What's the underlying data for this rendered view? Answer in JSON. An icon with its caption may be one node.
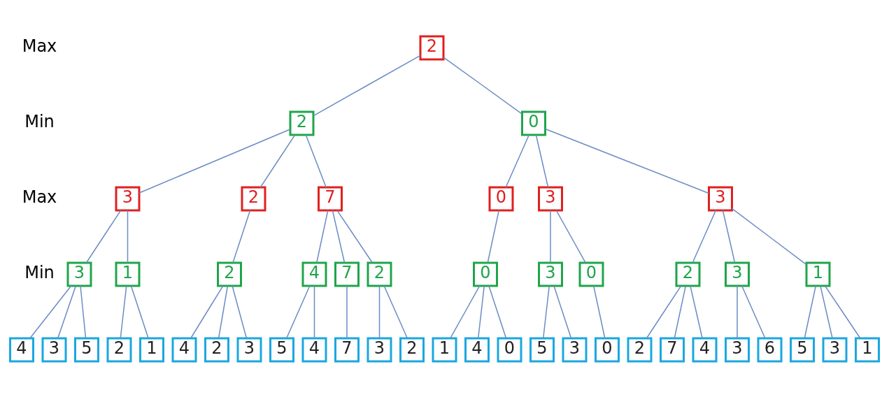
{
  "diagram": {
    "nodes": [
      {
        "text": [
          "2"
        ]
      },
      {
        "text": [
          "2"
        ]
      },
      {
        "text": [
          "0"
        ]
      },
      {
        "text": [
          "3"
        ]
      },
      {
        "text": [
          "2"
        ]
      },
      {
        "text": [
          "7"
        ]
      },
      {
        "text": [
          "0"
        ]
      },
      {
        "text": [
          "3"
        ]
      },
      {
        "text": [
          "3"
        ]
      },
      {
        "text": [
          "3"
        ]
      },
      {
        "text": [
          "1"
        ]
      },
      {
        "text": [
          "2"
        ]
      },
      {
        "text": [
          "4"
        ]
      },
      {
        "text": [
          "7"
        ]
      },
      {
        "text": [
          "2"
        ]
      },
      {
        "text": [
          "0"
        ]
      },
      {
        "text": [
          "3"
        ]
      },
      {
        "text": [
          "0"
        ]
      },
      {
        "text": [
          "2"
        ]
      },
      {
        "text": [
          "3"
        ]
      },
      {
        "text": [
          "1"
        ]
      },
      {
        "text": [
          "4"
        ]
      },
      {
        "text": [
          "3"
        ]
      },
      {
        "text": [
          "5"
        ]
      },
      {
        "text": [
          "2"
        ]
      },
      {
        "text": [
          "1"
        ]
      },
      {
        "text": [
          "4"
        ]
      },
      {
        "text": [
          "2"
        ]
      },
      {
        "text": [
          "3"
        ]
      },
      {
        "text": [
          "5"
        ]
      },
      {
        "text": [
          "4"
        ]
      },
      {
        "text": [
          "7"
        ]
      },
      {
        "text": [
          "3"
        ]
      },
      {
        "text": [
          "2"
        ]
      },
      {
        "text": [
          "1"
        ]
      },
      {
        "text": [
          "4"
        ]
      },
      {
        "text": [
          "0"
        ]
      },
      {
        "text": [
          "5"
        ]
      },
      {
        "text": [
          "3"
        ]
      },
      {
        "text": [
          "0"
        ]
      },
      {
        "text": [
          "2"
        ]
      },
      {
        "text": [
          "7"
        ]
      },
      {
        "text": [
          "4"
        ]
      },
      {
        "text": [
          "3"
        ]
      },
      {
        "text": [
          "6"
        ]
      },
      {
        "text": [
          "5"
        ]
      },
      {
        "text": [
          "3"
        ]
      },
      {
        "text": [
          "1"
        ]
      }
    ],
    "edges": [
      {
        "from": 0,
        "to": 1,
        "arrow": "none"
      },
      {
        "from": 0,
        "to": 2,
        "arrow": "none"
      },
      {
        "from": 1,
        "to": 3,
        "arrow": "none"
      },
      {
        "from": 1,
        "to": 4,
        "arrow": "none"
      },
      {
        "from": 1,
        "to": 5,
        "arrow": "none"
      },
      {
        "from": 2,
        "to": 6,
        "arrow": "none"
      },
      {
        "from": 2,
        "to": 7,
        "arrow": "none"
      },
      {
        "from": 2,
        "to": 8,
        "arrow": "none"
      },
      {
        "from": 3,
        "to": 9,
        "arrow": "none"
      },
      {
        "from": 3,
        "to": 10,
        "arrow": "none"
      },
      {
        "from": 4,
        "to": 11,
        "arrow": "none"
      },
      {
        "from": 5,
        "to": 12,
        "arrow": "none"
      },
      {
        "from": 5,
        "to": 13,
        "arrow": "none"
      },
      {
        "from": 5,
        "to": 14,
        "arrow": "none"
      },
      {
        "from": 6,
        "to": 15,
        "arrow": "none"
      },
      {
        "from": 7,
        "to": 16,
        "arrow": "none"
      },
      {
        "from": 7,
        "to": 17,
        "arrow": "none"
      },
      {
        "from": 8,
        "to": 18,
        "arrow": "none"
      },
      {
        "from": 8,
        "to": 19,
        "arrow": "none"
      },
      {
        "from": 8,
        "to": 20,
        "arrow": "none"
      },
      {
        "from": 9,
        "to": 21,
        "arrow": "none"
      },
      {
        "from": 9,
        "to": 22,
        "arrow": "none"
      },
      {
        "from": 9,
        "to": 23,
        "arrow": "none"
      },
      {
        "from": 10,
        "to": 24,
        "arrow": "none"
      },
      {
        "from": 10,
        "to": 25,
        "arrow": "none"
      },
      {
        "from": 11,
        "to": 26,
        "arrow": "none"
      },
      {
        "from": 11,
        "to": 27,
        "arrow": "none"
      },
      {
        "from": 11,
        "to": 28,
        "arrow": "none"
      },
      {
        "from": 12,
        "to": 29,
        "arrow": "none"
      },
      {
        "from": 12,
        "to": 30,
        "arrow": "none"
      },
      {
        "from": 13,
        "to": 31,
        "arrow": "none"
      },
      {
        "from": 14,
        "to": 32,
        "arrow": "none"
      },
      {
        "from": 14,
        "to": 33,
        "arrow": "none"
      },
      {
        "from": 15,
        "to": 34,
        "arrow": "none"
      },
      {
        "from": 15,
        "to": 35,
        "arrow": "none"
      },
      {
        "from": 15,
        "to": 36,
        "arrow": "none"
      },
      {
        "from": 16,
        "to": 37,
        "arrow": "none"
      },
      {
        "from": 16,
        "to": 38,
        "arrow": "none"
      },
      {
        "from": 17,
        "to": 39,
        "arrow": "none"
      },
      {
        "from": 18,
        "to": 40,
        "arrow": "none"
      },
      {
        "from": 18,
        "to": 41,
        "arrow": "none"
      },
      {
        "from": 18,
        "to": 42,
        "arrow": "none"
      },
      {
        "from": 19,
        "to": 43,
        "arrow": "none"
      },
      {
        "from": 19,
        "to": 44,
        "arrow": "none"
      },
      {
        "from": 20,
        "to": 45,
        "arrow": "none"
      },
      {
        "from": 20,
        "to": 46,
        "arrow": "none"
      },
      {
        "from": 20,
        "to": 47,
        "arrow": "none"
      }
    ],
    "labels": [
      "Max",
      "Min",
      "Max",
      "Min"
    ]
  }
}
